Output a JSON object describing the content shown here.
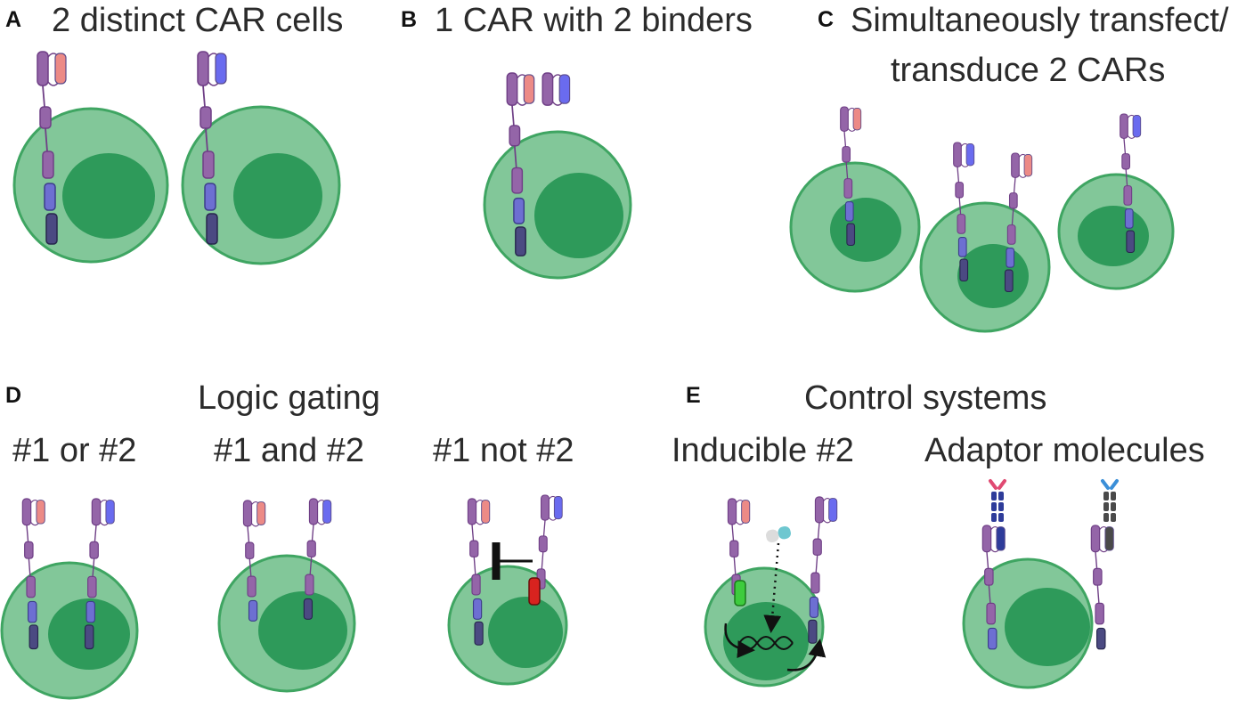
{
  "panels": {
    "a": {
      "letter": "A",
      "title": "2 distinct CAR cells"
    },
    "b": {
      "letter": "B",
      "title": "1 CAR with 2 binders"
    },
    "c": {
      "letter": "C",
      "title_line1": "Simultaneously transfect/",
      "title_line2": "transduce 2 CARs"
    },
    "d": {
      "letter": "D",
      "title": "Logic gating",
      "sub1": "#1 or #2",
      "sub2": "#1 and #2",
      "sub3": "#1 not #2"
    },
    "e": {
      "letter": "E",
      "title": "Control systems",
      "sub1": "Inducible #2",
      "sub2": "Adaptor molecules"
    }
  },
  "colors": {
    "cell": "#82c799",
    "cell_border": "#3fa562",
    "nucleus": "#2e9a5a",
    "stalk": "#9465a8",
    "stalk_dark": "#6f3f86",
    "hinge": "#6d6fd2",
    "signal": "#4b4a82",
    "binder_red": "#ec8a86",
    "binder_blue": "#6a6bef",
    "inhibitory": "#d8231f",
    "inducible": "#3dcc3d",
    "adaptor_navy": "#2e3c9a",
    "adaptor_gray": "#4a4a4a",
    "adaptor_tag_red": "#e04a72",
    "adaptor_tag_blue": "#3b8fd8"
  }
}
